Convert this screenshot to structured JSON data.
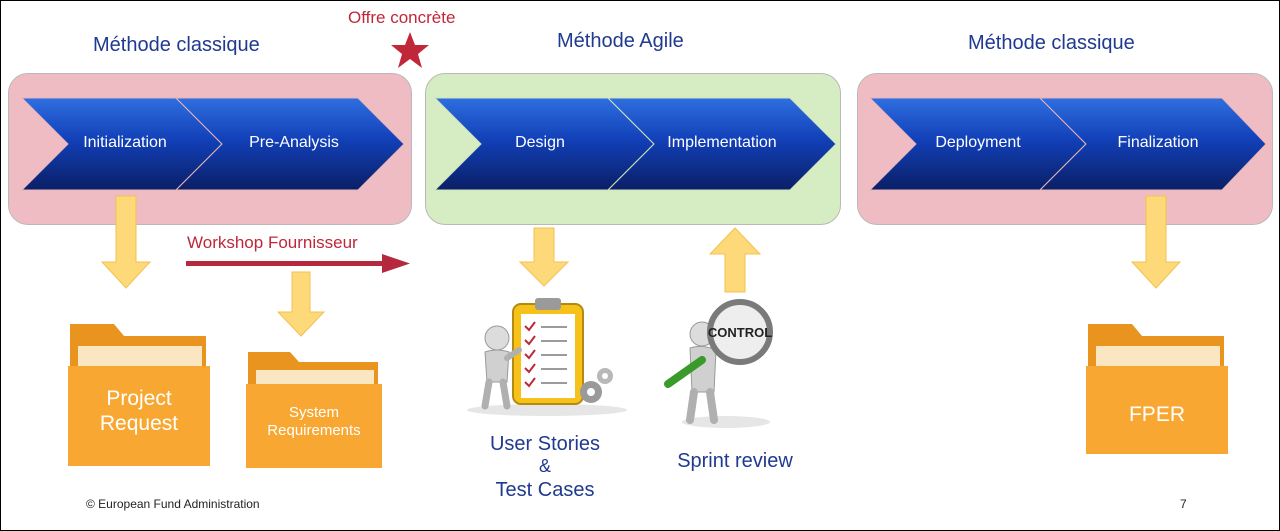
{
  "headings": {
    "left": "Méthode classique",
    "middle": "Méthode Agile",
    "right": "Méthode classique"
  },
  "offer_label": "Offre concrète",
  "workshop_label": "Workshop Fournisseur",
  "phases": {
    "initialization": "Initialization",
    "pre_analysis": "Pre-Analysis",
    "design": "Design",
    "implementation": "Implementation",
    "deployment": "Deployment",
    "finalization": "Finalization"
  },
  "folders": {
    "project_request_line1": "Project",
    "project_request_line2": "Request",
    "system_requirements_line1": "System",
    "system_requirements_line2": "Requirements",
    "fper": "FPER"
  },
  "illustrations": {
    "control_tag": "CONTROL"
  },
  "captions": {
    "user_stories_line1": "User Stories",
    "user_stories_line2": "&",
    "user_stories_line3": "Test Cases",
    "sprint_review": "Sprint review"
  },
  "footer": {
    "copyright": "© European Fund Administration",
    "page_number": "7"
  },
  "colors": {
    "classic_band": "#f0bcc4",
    "agile_band": "#d6ecc2",
    "chevron": "#0f2f8c",
    "arrow": "#fdd97a",
    "folder": "#f8a832",
    "accent_red": "#c0283a",
    "heading_blue": "#1f3a8f"
  }
}
